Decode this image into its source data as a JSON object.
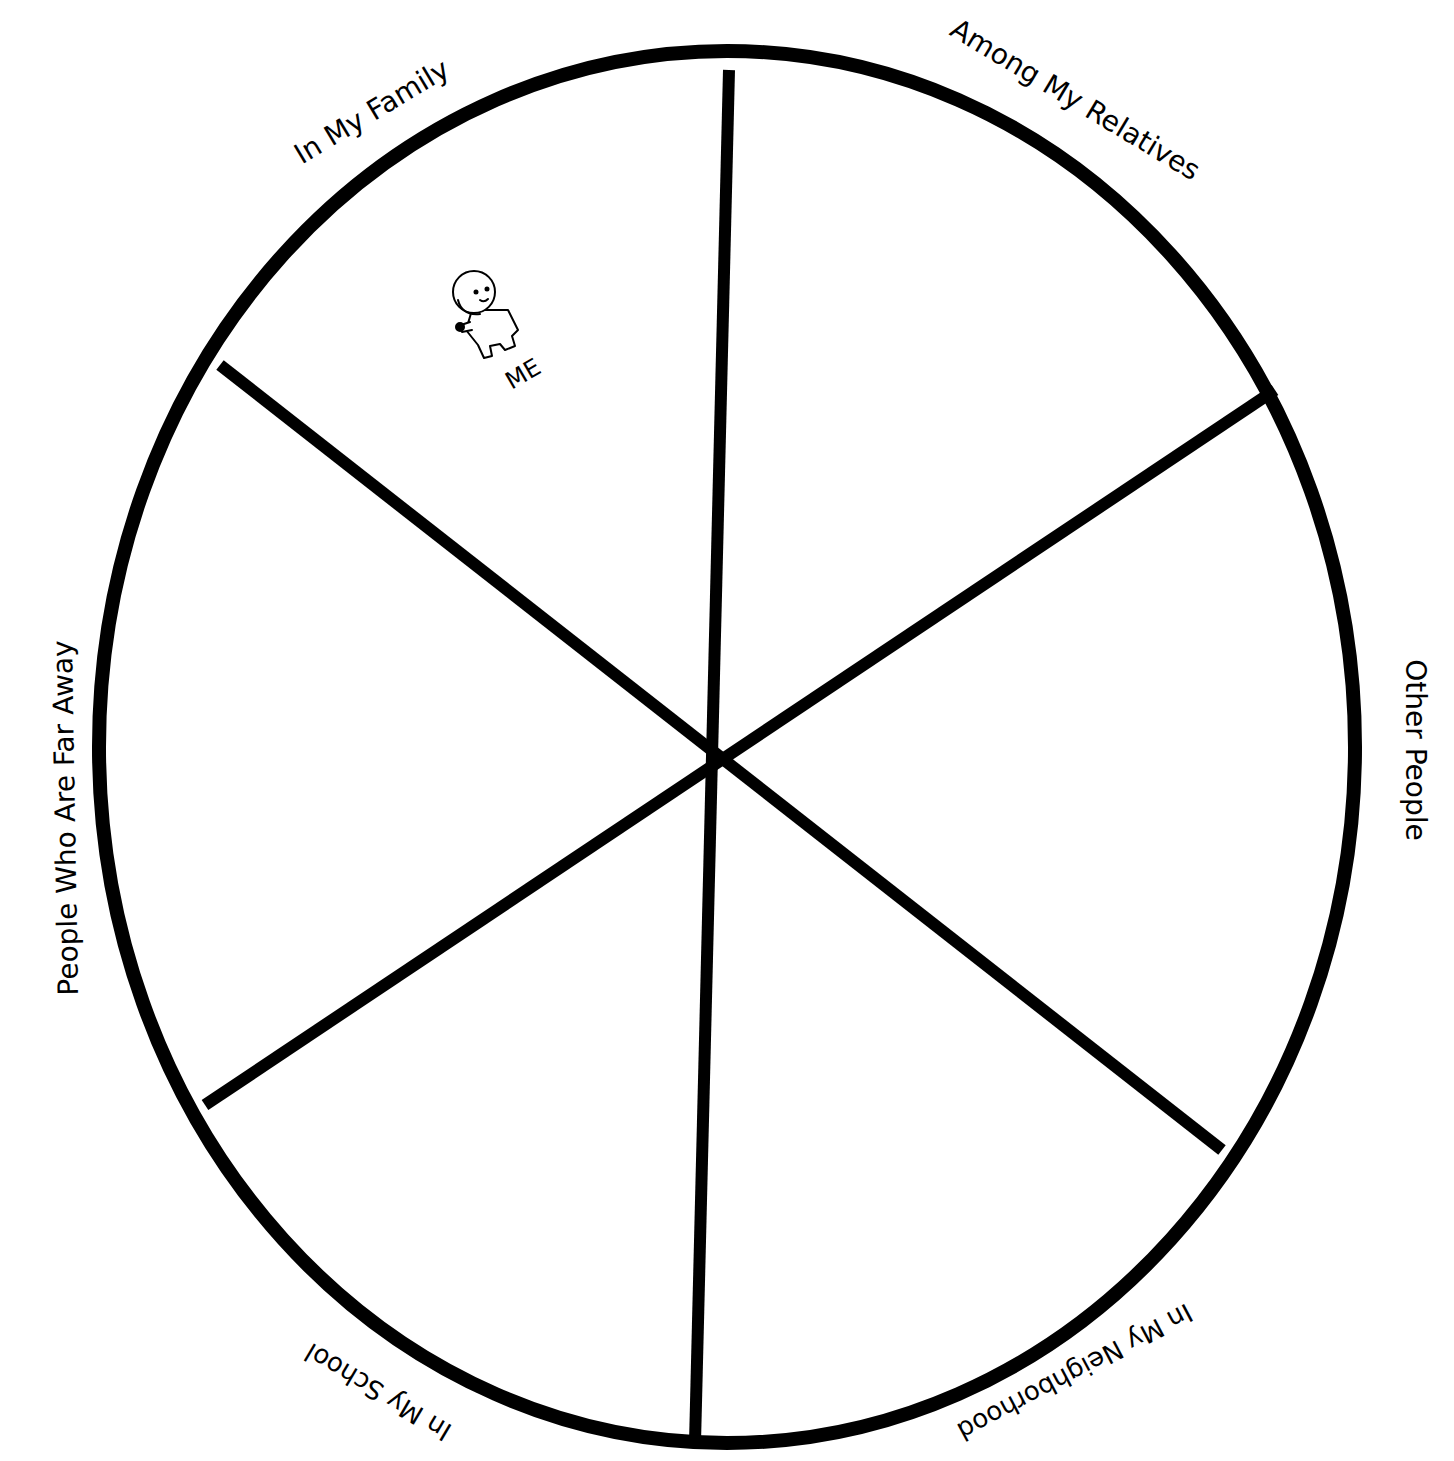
{
  "diagram": {
    "labels": [
      "In My Family",
      "Among My Relatives",
      "Other People",
      "In My Neighborhood",
      "In My School",
      "People Who Are Far Away",
      "ME"
    ]
  }
}
